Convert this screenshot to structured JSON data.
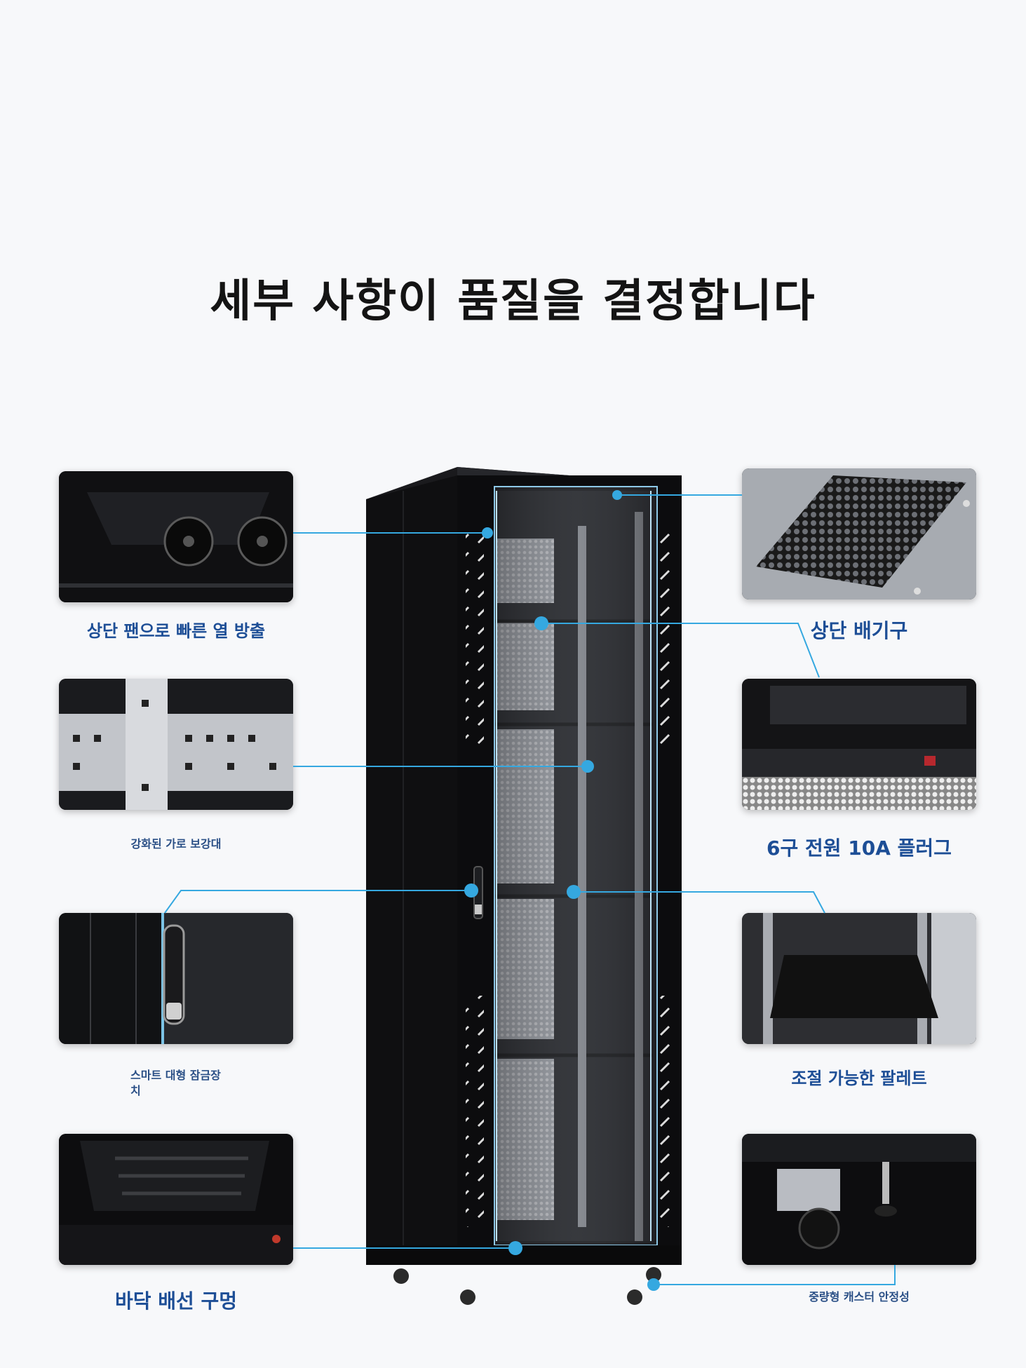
{
  "title": "세부 사항이 품질을 결정합니다",
  "features": {
    "top_fan": "상단 팬으로 빠른 열 방출",
    "top_vent": "상단 배기구",
    "crossbar": "강화된 가로 보강대",
    "power_plug": "6구 전원 10A 플러그",
    "lock_line1": "스마트 대형 잠금장",
    "lock_line2": "치",
    "shelf": "조절 가능한 팔레트",
    "cable_hole": "바닥 배선 구멍",
    "caster": "중량형 캐스터 안정성"
  },
  "colors": {
    "accent": "#35a8e0",
    "caption": "#1d4e96",
    "cabinet": "#0c0c0e"
  }
}
